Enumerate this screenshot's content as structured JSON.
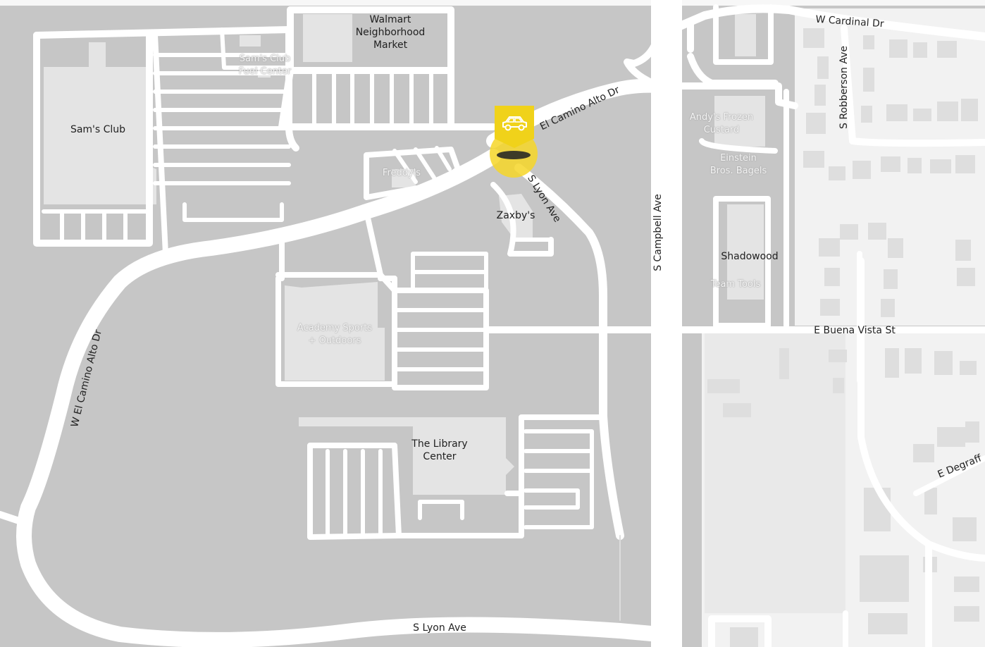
{
  "map": {
    "colors": {
      "land": "#c6c6c6",
      "road": "#ffffff",
      "building": "#e4e4e4",
      "residential": "#f2f2f2",
      "marker": "#f0d21a"
    },
    "marker": {
      "icon": "car-icon"
    },
    "poi_labels": {
      "walmart": "Walmart\nNeighborhood\nMarket",
      "sams_club": "Sam's Club",
      "sams_fuel": "Sam's Club\nFuel Center",
      "freddys": "Freddy's",
      "zaxbys": "Zaxby's",
      "andys": "Andy's Frozen\nCustard",
      "einstein": "Einstein\nBros. Bagels",
      "shadowood": "Shadowood",
      "team_tools": "Team Tools",
      "academy": "Academy Sports\n+ Outdoors",
      "library": "The Library\nCenter"
    },
    "road_labels": {
      "w_cardinal": "W Cardinal Dr",
      "el_camino_ne": "El Camino Alto Dr",
      "s_lyon_north": "S Lyon Ave",
      "s_robberson": "S Robberson Ave",
      "s_campbell": "S Campbell Ave",
      "e_buena_vista": "E Buena Vista St",
      "w_el_camino": "W El Camino Alto Dr",
      "e_degraff": "E Degraff",
      "s_lyon_south": "S Lyon Ave"
    }
  }
}
